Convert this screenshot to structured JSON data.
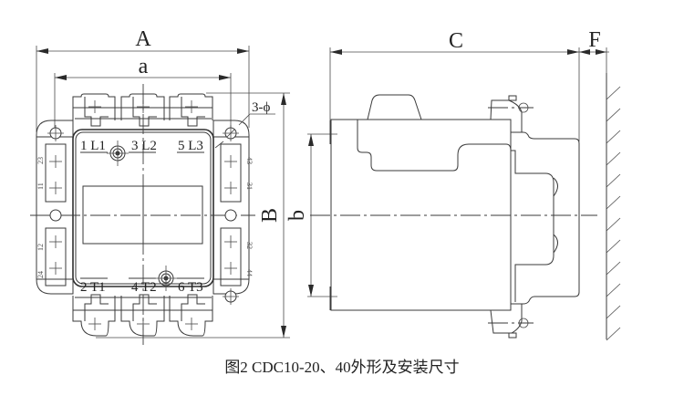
{
  "figure": {
    "caption": "图2 CDC10-20、40外形及安装尺寸",
    "front_view": {
      "dimension_labels": {
        "overall_width": "A",
        "mounting_width": "a",
        "overall_height": "B",
        "mounting_hole": "3-ϕ"
      },
      "line_terminals": [
        "1 L1",
        "3 L2",
        "5 L3"
      ],
      "load_terminals": [
        "2 T1",
        "4 T2",
        "6 T3"
      ],
      "left_aux_contacts": [
        "23",
        "11",
        "12",
        "24"
      ],
      "right_aux_contacts": [
        "43",
        "31",
        "32",
        "44"
      ]
    },
    "side_view": {
      "dimension_labels": {
        "depth": "C",
        "clearance": "F",
        "mounting_height": "b"
      }
    }
  }
}
